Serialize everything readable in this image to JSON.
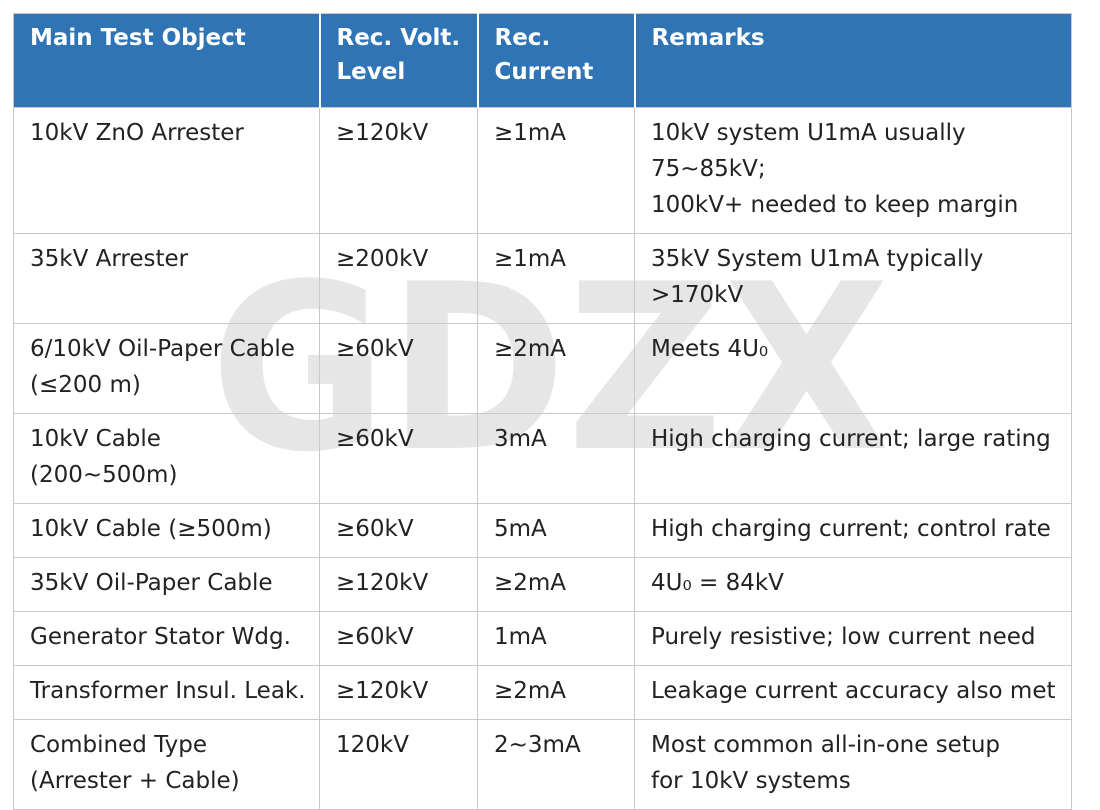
{
  "table": {
    "headers": [
      "Main Test Object",
      "Rec. Volt. Level",
      "Rec. Current",
      "Remarks"
    ],
    "rows": [
      {
        "object": [
          "10kV ZnO Arrester"
        ],
        "voltage": "≥120kV",
        "current": "≥1mA",
        "remarks": [
          "10kV system U1mA usually 75~85kV;",
          "100kV+ needed to keep margin"
        ]
      },
      {
        "object": [
          "35kV Arrester"
        ],
        "voltage": "≥200kV",
        "current": "≥1mA",
        "remarks": [
          "35kV System U1mA typically >170kV"
        ]
      },
      {
        "object": [
          "6/10kV Oil-Paper Cable",
          "(≤200 m)"
        ],
        "voltage": "≥60kV",
        "current": "≥2mA",
        "remarks": [
          "Meets 4U₀"
        ]
      },
      {
        "object": [
          "10kV Cable (200~500m)"
        ],
        "voltage": "≥60kV",
        "current": "3mA",
        "remarks": [
          "High charging current; large rating"
        ]
      },
      {
        "object": [
          "10kV Cable (≥500m)"
        ],
        "voltage": "≥60kV",
        "current": "5mA",
        "remarks": [
          "High charging current; control rate"
        ]
      },
      {
        "object": [
          "35kV Oil-Paper Cable"
        ],
        "voltage": "≥120kV",
        "current": "≥2mA",
        "remarks": [
          "4U₀ = 84kV"
        ]
      },
      {
        "object": [
          "Generator Stator Wdg."
        ],
        "voltage": "≥60kV",
        "current": "1mA",
        "remarks": [
          "Purely resistive; low current need"
        ]
      },
      {
        "object": [
          "Transformer Insul. Leak."
        ],
        "voltage": "≥120kV",
        "current": "≥2mA",
        "remarks": [
          "Leakage current accuracy also met"
        ]
      },
      {
        "object": [
          "Combined Type",
          "(Arrester + Cable)"
        ],
        "voltage": "120kV",
        "current": "2~3mA",
        "remarks": [
          "Most common all-in-one setup",
          "for 10kV systems"
        ]
      }
    ]
  },
  "watermark": {
    "text": "GDZX"
  },
  "colors": {
    "header_bg": "#2f74b5",
    "header_text": "#ffffff",
    "border": "#c9c9c9",
    "body_text": "#222222",
    "watermark": "#e6e6e6"
  }
}
